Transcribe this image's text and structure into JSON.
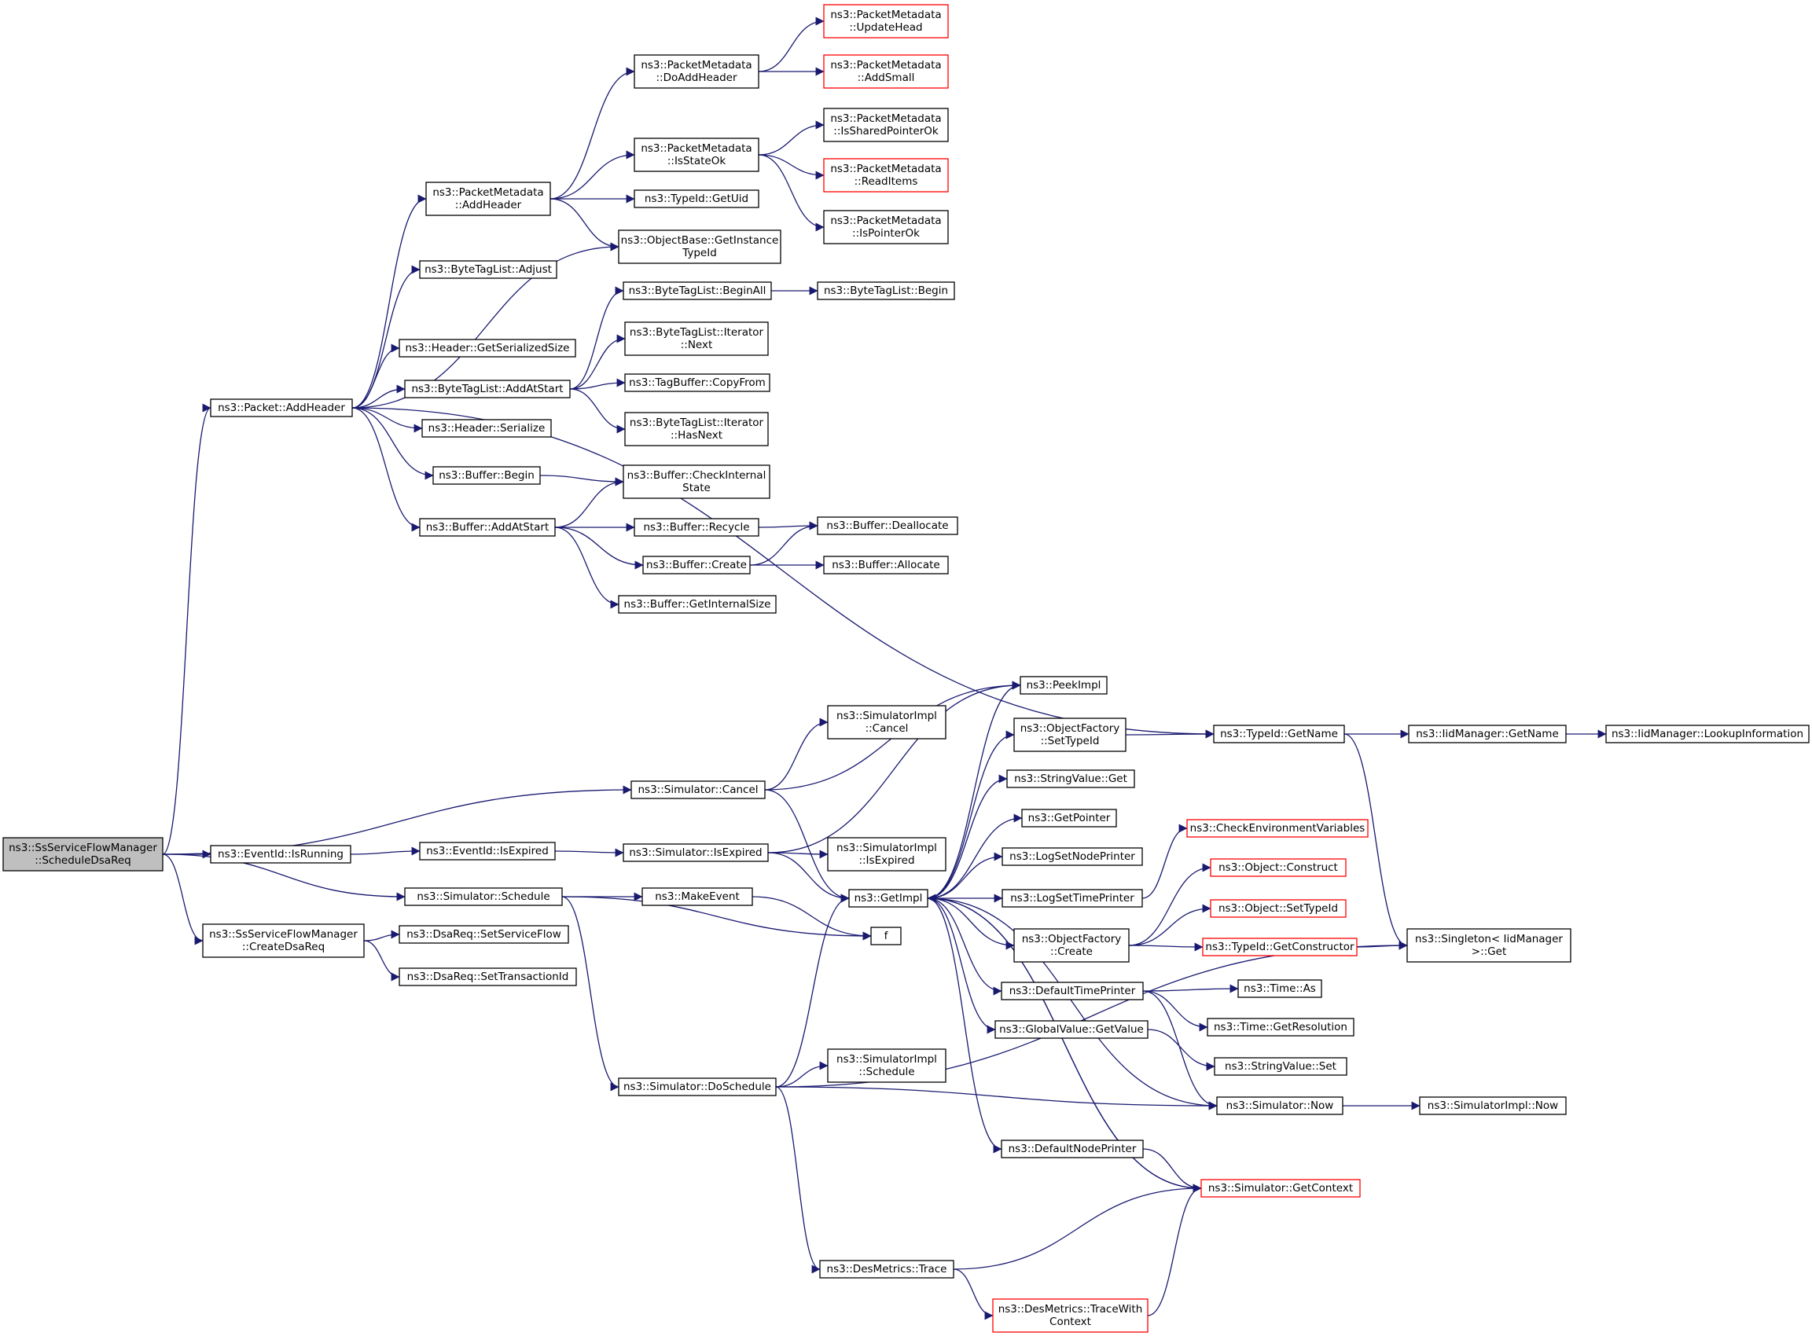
{
  "graph": {
    "colors": {
      "edge": "#191970",
      "border": "#000000",
      "truncated": "#ff0000",
      "root_fill": "#bfbfbf",
      "fill": "#ffffff"
    },
    "nodes": [
      {
        "id": "root",
        "lines": [
          "ns3::SsServiceFlowManager",
          "::ScheduleDsaReq"
        ],
        "style": "root"
      },
      {
        "id": "addHeaderPkt",
        "lines": [
          "ns3::Packet::AddHeader"
        ],
        "style": "normal"
      },
      {
        "id": "eventIsRunning",
        "lines": [
          "ns3::EventId::IsRunning"
        ],
        "style": "normal"
      },
      {
        "id": "createDsaReq",
        "lines": [
          "ns3::SsServiceFlowManager",
          "::CreateDsaReq"
        ],
        "style": "normal"
      },
      {
        "id": "pmAddHeader",
        "lines": [
          "ns3::PacketMetadata",
          "::AddHeader"
        ],
        "style": "normal"
      },
      {
        "id": "btlAdjust",
        "lines": [
          "ns3::ByteTagList::Adjust"
        ],
        "style": "normal"
      },
      {
        "id": "hdrGetSerSize",
        "lines": [
          "ns3::Header::GetSerializedSize"
        ],
        "style": "normal"
      },
      {
        "id": "btlAddAtStart",
        "lines": [
          "ns3::ByteTagList::AddAtStart"
        ],
        "style": "normal"
      },
      {
        "id": "hdrSerialize",
        "lines": [
          "ns3::Header::Serialize"
        ],
        "style": "normal"
      },
      {
        "id": "bufBegin",
        "lines": [
          "ns3::Buffer::Begin"
        ],
        "style": "normal"
      },
      {
        "id": "bufAddAtStart",
        "lines": [
          "ns3::Buffer::AddAtStart"
        ],
        "style": "normal"
      },
      {
        "id": "pmDoAddHeader",
        "lines": [
          "ns3::PacketMetadata",
          "::DoAddHeader"
        ],
        "style": "normal"
      },
      {
        "id": "pmIsStateOk",
        "lines": [
          "ns3::PacketMetadata",
          "::IsStateOk"
        ],
        "style": "normal"
      },
      {
        "id": "typeIdGetUid",
        "lines": [
          "ns3::TypeId::GetUid"
        ],
        "style": "normal"
      },
      {
        "id": "objGetInstTypeId",
        "lines": [
          "ns3::ObjectBase::GetInstance",
          "TypeId"
        ],
        "style": "normal"
      },
      {
        "id": "btlBeginAll",
        "lines": [
          "ns3::ByteTagList::BeginAll"
        ],
        "style": "normal"
      },
      {
        "id": "btlIterNext",
        "lines": [
          "ns3::ByteTagList::Iterator",
          "::Next"
        ],
        "style": "normal"
      },
      {
        "id": "tagBufCopyFrom",
        "lines": [
          "ns3::TagBuffer::CopyFrom"
        ],
        "style": "normal"
      },
      {
        "id": "btlIterHasNext",
        "lines": [
          "ns3::ByteTagList::Iterator",
          "::HasNext"
        ],
        "style": "normal"
      },
      {
        "id": "bufCheckInternal",
        "lines": [
          "ns3::Buffer::CheckInternal",
          "State"
        ],
        "style": "normal"
      },
      {
        "id": "bufRecycle",
        "lines": [
          "ns3::Buffer::Recycle"
        ],
        "style": "normal"
      },
      {
        "id": "bufCreate",
        "lines": [
          "ns3::Buffer::Create"
        ],
        "style": "normal"
      },
      {
        "id": "bufGetInternalSize",
        "lines": [
          "ns3::Buffer::GetInternalSize"
        ],
        "style": "normal"
      },
      {
        "id": "pmUpdateHead",
        "lines": [
          "ns3::PacketMetadata",
          "::UpdateHead"
        ],
        "style": "truncated"
      },
      {
        "id": "pmAddSmall",
        "lines": [
          "ns3::PacketMetadata",
          "::AddSmall"
        ],
        "style": "truncated"
      },
      {
        "id": "pmIsSharedPtrOk",
        "lines": [
          "ns3::PacketMetadata",
          "::IsSharedPointerOk"
        ],
        "style": "normal"
      },
      {
        "id": "pmReadItems",
        "lines": [
          "ns3::PacketMetadata",
          "::ReadItems"
        ],
        "style": "truncated"
      },
      {
        "id": "pmIsPointerOk",
        "lines": [
          "ns3::PacketMetadata",
          "::IsPointerOk"
        ],
        "style": "normal"
      },
      {
        "id": "btlBegin",
        "lines": [
          "ns3::ByteTagList::Begin"
        ],
        "style": "normal"
      },
      {
        "id": "bufDeallocate",
        "lines": [
          "ns3::Buffer::Deallocate"
        ],
        "style": "normal"
      },
      {
        "id": "bufAllocate",
        "lines": [
          "ns3::Buffer::Allocate"
        ],
        "style": "normal"
      },
      {
        "id": "simCancel",
        "lines": [
          "ns3::Simulator::Cancel"
        ],
        "style": "normal"
      },
      {
        "id": "simSchedule",
        "lines": [
          "ns3::Simulator::Schedule"
        ],
        "style": "normal"
      },
      {
        "id": "eventIsExpired",
        "lines": [
          "ns3::EventId::IsExpired"
        ],
        "style": "normal"
      },
      {
        "id": "simIsExpired",
        "lines": [
          "ns3::Simulator::IsExpired"
        ],
        "style": "normal"
      },
      {
        "id": "simImplCancel",
        "lines": [
          "ns3::SimulatorImpl",
          "::Cancel"
        ],
        "style": "normal"
      },
      {
        "id": "simImplIsExpired",
        "lines": [
          "ns3::SimulatorImpl",
          "::IsExpired"
        ],
        "style": "normal"
      },
      {
        "id": "getImpl",
        "lines": [
          "ns3::GetImpl"
        ],
        "style": "normal"
      },
      {
        "id": "makeEvent",
        "lines": [
          "ns3::MakeEvent"
        ],
        "style": "normal"
      },
      {
        "id": "f",
        "lines": [
          "f"
        ],
        "style": "normal"
      },
      {
        "id": "dsaSetSvcFlow",
        "lines": [
          "ns3::DsaReq::SetServiceFlow"
        ],
        "style": "normal"
      },
      {
        "id": "dsaSetTransId",
        "lines": [
          "ns3::DsaReq::SetTransactionId"
        ],
        "style": "normal"
      },
      {
        "id": "simDoSchedule",
        "lines": [
          "ns3::Simulator::DoSchedule"
        ],
        "style": "normal"
      },
      {
        "id": "simImplSchedule",
        "lines": [
          "ns3::SimulatorImpl",
          "::Schedule"
        ],
        "style": "normal"
      },
      {
        "id": "desTrace",
        "lines": [
          "ns3::DesMetrics::Trace"
        ],
        "style": "normal"
      },
      {
        "id": "desTraceCtx",
        "lines": [
          "ns3::DesMetrics::TraceWith",
          "Context"
        ],
        "style": "truncated"
      },
      {
        "id": "peekImpl",
        "lines": [
          "ns3::PeekImpl"
        ],
        "style": "normal"
      },
      {
        "id": "ofSetTypeId",
        "lines": [
          "ns3::ObjectFactory",
          "::SetTypeId"
        ],
        "style": "normal"
      },
      {
        "id": "strValGet",
        "lines": [
          "ns3::StringValue::Get"
        ],
        "style": "normal"
      },
      {
        "id": "getPointer",
        "lines": [
          "ns3::GetPointer"
        ],
        "style": "normal"
      },
      {
        "id": "logSetNodePrinter",
        "lines": [
          "ns3::LogSetNodePrinter"
        ],
        "style": "normal"
      },
      {
        "id": "logSetTimePrinter",
        "lines": [
          "ns3::LogSetTimePrinter"
        ],
        "style": "normal"
      },
      {
        "id": "ofCreate",
        "lines": [
          "ns3::ObjectFactory",
          "::Create"
        ],
        "style": "normal"
      },
      {
        "id": "defTimePrinter",
        "lines": [
          "ns3::DefaultTimePrinter"
        ],
        "style": "normal"
      },
      {
        "id": "gvGetValue",
        "lines": [
          "ns3::GlobalValue::GetValue"
        ],
        "style": "normal"
      },
      {
        "id": "defNodePrinter",
        "lines": [
          "ns3::DefaultNodePrinter"
        ],
        "style": "normal"
      },
      {
        "id": "typeIdGetName",
        "lines": [
          "ns3::TypeId::GetName"
        ],
        "style": "normal"
      },
      {
        "id": "checkEnvVars",
        "lines": [
          "ns3::CheckEnvironmentVariables"
        ],
        "style": "truncated"
      },
      {
        "id": "objConstruct",
        "lines": [
          "ns3::Object::Construct"
        ],
        "style": "truncated"
      },
      {
        "id": "objSetTypeId",
        "lines": [
          "ns3::Object::SetTypeId"
        ],
        "style": "truncated"
      },
      {
        "id": "typeIdGetCtor",
        "lines": [
          "ns3::TypeId::GetConstructor"
        ],
        "style": "truncated"
      },
      {
        "id": "timeAs",
        "lines": [
          "ns3::Time::As"
        ],
        "style": "normal"
      },
      {
        "id": "timeGetRes",
        "lines": [
          "ns3::Time::GetResolution"
        ],
        "style": "normal"
      },
      {
        "id": "strValSet",
        "lines": [
          "ns3::StringValue::Set"
        ],
        "style": "normal"
      },
      {
        "id": "simNow",
        "lines": [
          "ns3::Simulator::Now"
        ],
        "style": "normal"
      },
      {
        "id": "simGetContext",
        "lines": [
          "ns3::Simulator::GetContext"
        ],
        "style": "truncated"
      },
      {
        "id": "iidGetName",
        "lines": [
          "ns3::IidManager::GetName"
        ],
        "style": "normal"
      },
      {
        "id": "singletonGet",
        "lines": [
          "ns3::Singleton< IidManager",
          " >::Get"
        ],
        "style": "normal"
      },
      {
        "id": "simImplNow",
        "lines": [
          "ns3::SimulatorImpl::Now"
        ],
        "style": "normal"
      },
      {
        "id": "iidLookupInfo",
        "lines": [
          "ns3::IidManager::LookupInformation"
        ],
        "style": "normal"
      }
    ]
  }
}
